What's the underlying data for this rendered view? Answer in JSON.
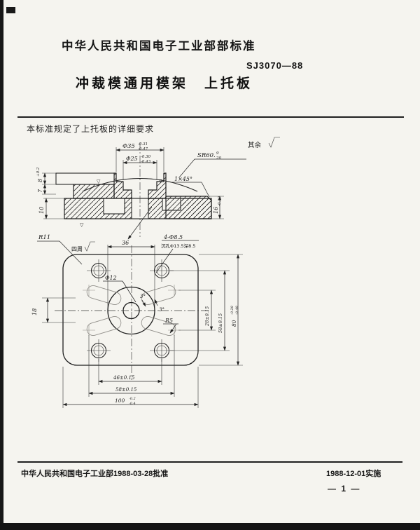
{
  "document": {
    "header": "中华人民共和国电子工业部部标准",
    "standard_number": "SJ3070—88",
    "title": "冲裁模通用模架　上托板",
    "scope_note": "本标准规定了上托板的详细要求",
    "approval": "中华人民共和国电子工业部1988-03-28批准",
    "effective": "1988-12-01实施",
    "page_number": "— 1 —"
  },
  "drawing": {
    "general_roughness_note": "其余",
    "section_view": {
      "dia35": "Φ35",
      "dia35_tol_upper": "-0.31",
      "dia35_tol_lower": "-0.47",
      "dia25": "Φ25",
      "dia25_tol_upper": "-0.30",
      "dia25_tol_lower": "-0.43",
      "sphere_radius": "SR60.",
      "sphere_tol_upper": "9",
      "sphere_tol_lower": "20",
      "chamfer": "1×45°",
      "height8": "8",
      "height8_tol": "+0.2",
      "height7": "7",
      "height10": "10",
      "height16": "16",
      "height16_tol": "-0.10",
      "rough_mark": "▽"
    },
    "plan_view": {
      "corner_radius": "R11",
      "all_around_note": "四周",
      "dim36": "36",
      "holes_note_line1": "4-Φ8.5",
      "holes_note_line2": "沉孔Φ13.5深8.5",
      "dia12": "Φ12",
      "angle_a": "3°",
      "angle_b": "3°",
      "slot_radius": "R5",
      "dim18": "18",
      "dim28": "28±0.15",
      "dim58_right": "58±0.15",
      "dim80": "80",
      "dim80_tol_upper": "-0.28",
      "dim80_tol_lower": "-0.48",
      "dim46": "46±0.15",
      "dim58_bottom": "58±0.15",
      "dim100": "100",
      "dim100_tol_upper": "-0.2",
      "dim100_tol_lower": "-0.4"
    }
  }
}
